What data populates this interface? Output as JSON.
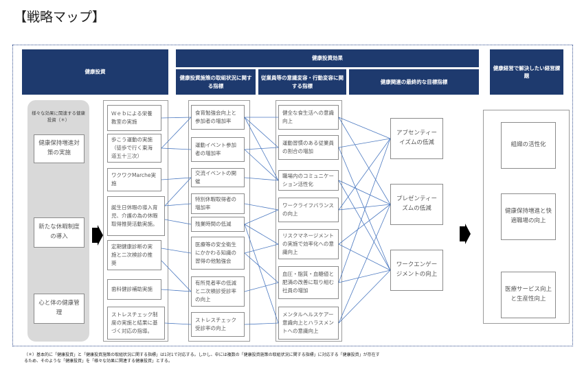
{
  "page_title": "【戦略マップ】",
  "headers": {
    "investment": "健康投資",
    "effect": "健康投資効果",
    "measures": "健康投資施策の取組状況に関する指標",
    "awareness": "従業員等の意識変容・行動変容に関する指標",
    "final": "健康関連の最終的な目標指標",
    "issues": "健康経営で解決したい経営課題"
  },
  "pill_label": "様々な効果に関連する健康投資（＊）",
  "categories": [
    "健康保持増進対策の実施",
    "新たな休暇制度の導入",
    "心と体の健康管理"
  ],
  "initiatives": [
    "Ｗｅｂによる栄養教室の実施",
    "歩こう運動の実施（徒歩で行く東海道五十三次）",
    "ワクワクMarche実施",
    "誕生日休暇の導入育児、介護の為の休暇取得推奨活動実施。",
    "定期健康診断の実施と二次検診の推奨",
    "歯科健診補助実施",
    "ストレスチェック制度の実施と結果に基づく対応の指導。"
  ],
  "indicators": [
    "食育勉強会向上と参加者の増加率",
    "運動イベント参加者の増加率",
    "交流イベントの開催",
    "特別休暇取得者の増加率",
    "残業時間の低減",
    "医療等の安全衛生にかかわる知識の習得の他勉強会",
    "有所見者率の低減と二次検診受診率の向上",
    "ストレスチェック受診率の向上"
  ],
  "awareness": [
    "健全な食生活への意識向上",
    "運動習慣のある従業員の割合の増加",
    "職場内のコミュニケーション活性化",
    "ワークライフバランスの向上",
    "リスクマネージメントの実施で効率化への意識向上",
    "血圧・脂質・血糖値と肥満の改善に取り組む社員の増加",
    "メンタルヘルスケアー意識向上とハラスメントへの意識向上"
  ],
  "goals": [
    "アブセンティーイズムの低減",
    "プレゼンティーズムの低減",
    "ワークエンゲージメントの向上"
  ],
  "issues": [
    "組織の活性化",
    "健康保持増進と快適職場の向上",
    "医療サービス向上と生産性向上"
  ],
  "footnote": "（＊）基本的に「健康投資」と「健康投資施策の取組状況に関する指標」は1対1で対応する。しかし、中には複数の「健康投資施策の取組状況に関する指標」に対応する「健康投資」が存在するため、そのような「健康投資」を「様々な効果に関連する健康投資」とする。"
}
